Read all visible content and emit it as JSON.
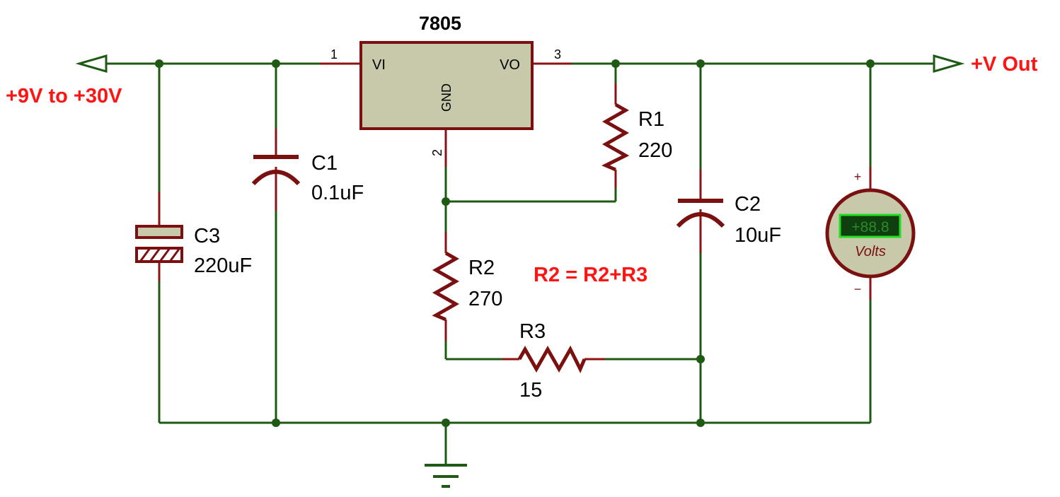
{
  "regulator": {
    "part": "7805",
    "pin_vi": "VI",
    "pin_vo": "VO",
    "pin_gnd": "GND",
    "pin1": "1",
    "pin2": "2",
    "pin3": "3"
  },
  "input": {
    "label": "+9V to +30V"
  },
  "output": {
    "label": "+V Out"
  },
  "components": {
    "c1": {
      "name": "C1",
      "value": "0.1uF"
    },
    "c2": {
      "name": "C2",
      "value": "10uF"
    },
    "c3": {
      "name": "C3",
      "value": "220uF"
    },
    "r1": {
      "name": "R1",
      "value": "220"
    },
    "r2": {
      "name": "R2",
      "value": "270"
    },
    "r3": {
      "name": "R3",
      "value": "15"
    }
  },
  "note": "R2 = R2+R3",
  "voltmeter": {
    "display": "+88.8",
    "unit": "Volts",
    "plus": "+",
    "minus": "−"
  },
  "colors": {
    "wire": "#1e5a14",
    "component": "#7a1010",
    "ic_fill": "#c8c8aa",
    "label_red": "#ff1414"
  }
}
